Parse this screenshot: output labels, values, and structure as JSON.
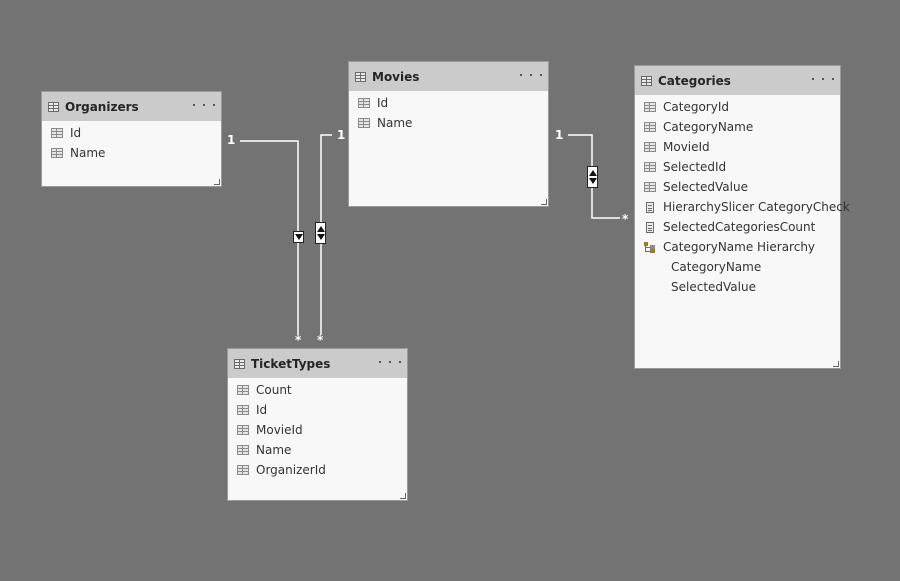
{
  "tables": {
    "organizers": {
      "title": "Organizers",
      "fields": [
        "Id",
        "Name"
      ]
    },
    "movies": {
      "title": "Movies",
      "fields": [
        "Id",
        "Name"
      ]
    },
    "categories": {
      "title": "Categories",
      "fields": [
        {
          "name": "CategoryId",
          "icon": "column-icon"
        },
        {
          "name": "CategoryName",
          "icon": "column-icon"
        },
        {
          "name": "MovieId",
          "icon": "column-icon"
        },
        {
          "name": "SelectedId",
          "icon": "column-icon"
        },
        {
          "name": "SelectedValue",
          "icon": "column-icon"
        },
        {
          "name": "HierarchySlicer CategoryCheck",
          "icon": "measure-icon"
        },
        {
          "name": "SelectedCategoriesCount",
          "icon": "measure-icon"
        },
        {
          "name": "CategoryName Hierarchy",
          "icon": "hierarchy-icon"
        }
      ],
      "hierarchy_levels": [
        "CategoryName",
        "SelectedValue"
      ]
    },
    "tickettypes": {
      "title": "TicketTypes",
      "fields": [
        "Count",
        "Id",
        "MovieId",
        "Name",
        "OrganizerId"
      ]
    }
  },
  "relationships": [
    {
      "from": "Organizers",
      "to": "TicketTypes",
      "one_label": "1",
      "many_label": "*",
      "direction": "single"
    },
    {
      "from": "Movies",
      "to": "TicketTypes",
      "one_label": "1",
      "many_label": "*",
      "direction": "both"
    },
    {
      "from": "Movies",
      "to": "Categories",
      "one_label": "1",
      "many_label": "*",
      "direction": "both"
    }
  ],
  "colors": {
    "canvas": "#737373",
    "header": "#cbcbcb",
    "card": "#f8f8f8",
    "line": "#ffffff"
  }
}
